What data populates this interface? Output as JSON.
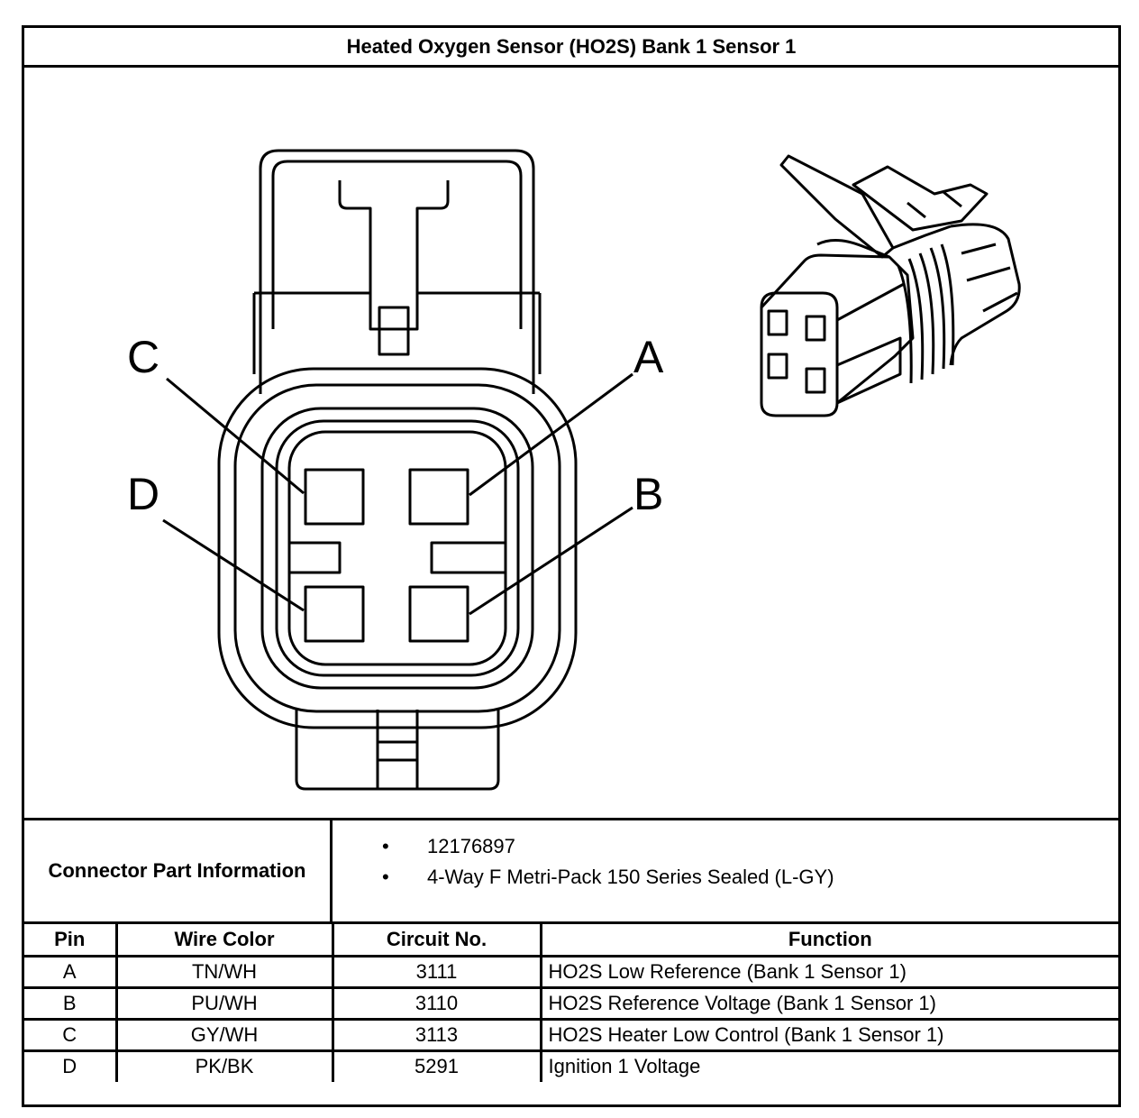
{
  "title": "Heated Oxygen Sensor (HO2S) Bank 1 Sensor 1",
  "diagram": {
    "pin_labels": {
      "A": "A",
      "B": "B",
      "C": "C",
      "D": "D"
    }
  },
  "connector_info": {
    "label": "Connector Part Information",
    "items": [
      "12176897",
      "4-Way F Metri-Pack 150 Series Sealed (L-GY)"
    ]
  },
  "table": {
    "headers": {
      "pin": "Pin",
      "wire_color": "Wire Color",
      "circuit": "Circuit No.",
      "function": "Function"
    },
    "rows": [
      {
        "pin": "A",
        "wire_color": "TN/WH",
        "circuit": "3111",
        "function": "HO2S Low Reference (Bank 1 Sensor 1)"
      },
      {
        "pin": "B",
        "wire_color": "PU/WH",
        "circuit": "3110",
        "function": "HO2S Reference Voltage (Bank 1 Sensor 1)"
      },
      {
        "pin": "C",
        "wire_color": "GY/WH",
        "circuit": "3113",
        "function": "HO2S Heater Low Control (Bank 1 Sensor 1)"
      },
      {
        "pin": "D",
        "wire_color": "PK/BK",
        "circuit": "5291",
        "function": "Ignition 1 Voltage"
      }
    ]
  }
}
